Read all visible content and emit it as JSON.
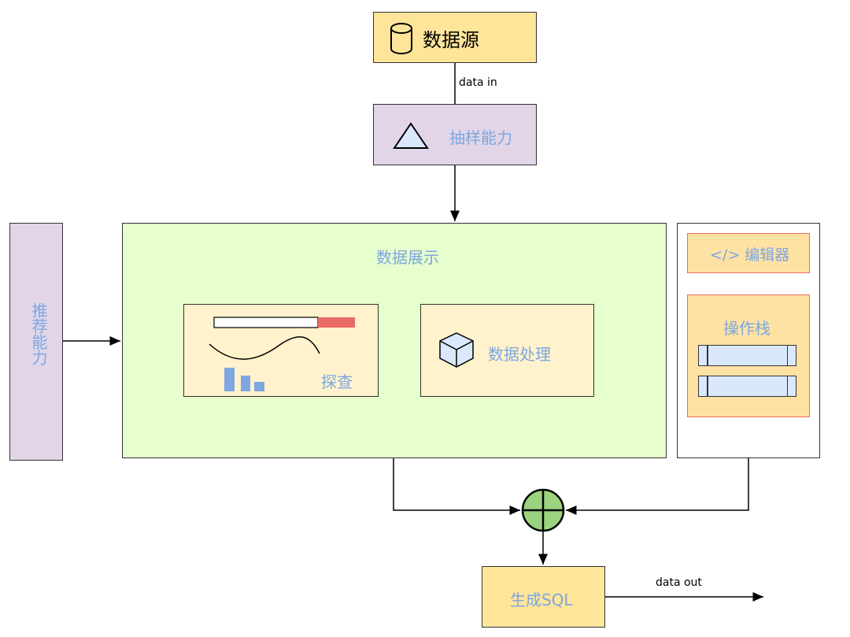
{
  "nodes": {
    "datasource": "数据源",
    "sampling": "抽样能力",
    "display": "数据展示",
    "explore": "探查",
    "process": "数据处理",
    "editor": "</> 编辑器",
    "opstack": "操作栈",
    "recommend": "推荐能力",
    "sql": "生成SQL"
  },
  "edges": {
    "data_in": "data in",
    "data_out": "data out"
  },
  "colors": {
    "label_blue": "#7ea6e0",
    "yellow": "#fee59a",
    "purple": "#e1d5e7",
    "green": "#e6ffcc",
    "light_yellow": "#fff2cc",
    "red_border": "#ea6b66",
    "light_blue": "#dae8fc",
    "merge_green": "#9bd37e"
  }
}
